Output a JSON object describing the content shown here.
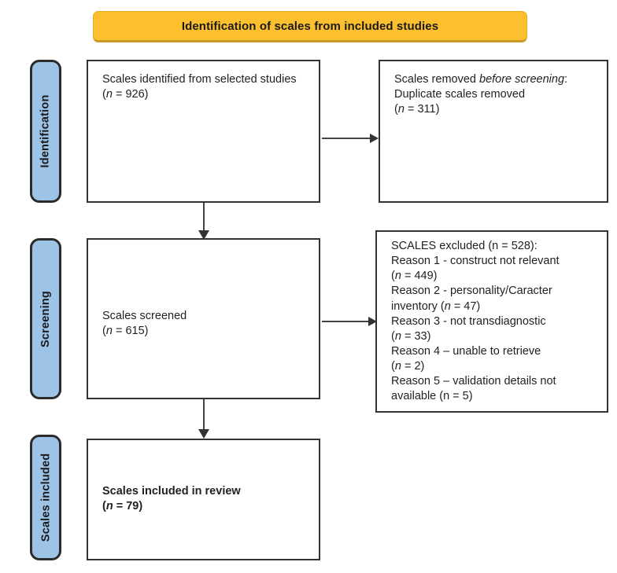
{
  "diagram": {
    "type": "prisma-flow-diagram",
    "title": "Identification of scales from included studies",
    "colors": {
      "banner": "#fcc02e",
      "banner_shadow": "#c99a28",
      "phase_label": "#9dc3e6",
      "phase_border": "#2b2b2b",
      "box_border": "#333333",
      "text": "#222222",
      "arrow": "#333333",
      "background": "#ffffff"
    },
    "phases": [
      {
        "id": "identification",
        "label": "Identification"
      },
      {
        "id": "screening",
        "label": "Screening"
      },
      {
        "id": "included",
        "label": "Scales included"
      }
    ],
    "boxes": {
      "identified": {
        "name": "scales-identified",
        "lines": [
          {
            "text": "Scales identified from selected studies",
            "style": "normal"
          },
          {
            "text": "(n = 926)",
            "style": "n-italic",
            "count": 926
          }
        ],
        "html": "Scales identified from selected studies<br>(<em>n</em> = 926)"
      },
      "removed": {
        "name": "scales-removed-before-screening",
        "lines": [
          {
            "text": "Scales removed before screening:",
            "style": "partial-italic"
          },
          {
            "text": "Duplicate scales removed",
            "style": "normal"
          },
          {
            "text": "(n = 311)",
            "style": "n-italic",
            "count": 311
          }
        ],
        "html": "Scales removed <em>before screening</em>:<br>Duplicate scales removed<br>(<em>n</em> = 311)"
      },
      "screened": {
        "name": "scales-screened",
        "lines": [
          {
            "text": "Scales screened",
            "style": "normal"
          },
          {
            "text": "(n = 615)",
            "style": "n-italic",
            "count": 615
          }
        ],
        "html": "Scales screened<br>(<em>n</em> = 615)"
      },
      "excluded": {
        "name": "scales-excluded",
        "heading": "SCALES excluded (n = 528):",
        "total_excluded": 528,
        "reasons": [
          {
            "label": "Reason 1 - construct not relevant",
            "count": 449
          },
          {
            "label": "Reason 2 - personality/Caracter inventory",
            "count": 47
          },
          {
            "label": "Reason 3 - not transdiagnostic",
            "count": 33
          },
          {
            "label": "Reason 4 – unable to retrieve",
            "count": 2
          },
          {
            "label": "Reason 5 – validation details not available",
            "count": 5
          }
        ],
        "html": "SCALES excluded (n = 528):<br>Reason 1 - construct not relevant<br>(<em>n</em> = 449)<br>Reason 2 - personality/Caracter<br>inventory (<em>n</em> = 47)<br>Reason 3 - not transdiagnostic<br>(<em>n</em> = 33)<br>Reason 4 &ndash; unable to retrieve<br>(<em>n</em> = 2)<br>Reason 5 &ndash; validation details not<br>available (n = 5)"
      },
      "included": {
        "name": "scales-included-in-review",
        "lines": [
          {
            "text": "Scales included in review",
            "style": "bold"
          },
          {
            "text": "(n = 79)",
            "style": "bold-n-italic",
            "count": 79
          }
        ],
        "html": "Scales included in review<br>(<em>n</em> = 79)"
      }
    },
    "arrows": [
      {
        "id": "identified-to-removed",
        "from": "identified",
        "to": "removed",
        "direction": "right"
      },
      {
        "id": "identified-to-screened",
        "from": "identified",
        "to": "screened",
        "direction": "down"
      },
      {
        "id": "screened-to-excluded",
        "from": "screened",
        "to": "excluded",
        "direction": "right"
      },
      {
        "id": "screened-to-included",
        "from": "screened",
        "to": "included",
        "direction": "down"
      }
    ]
  }
}
